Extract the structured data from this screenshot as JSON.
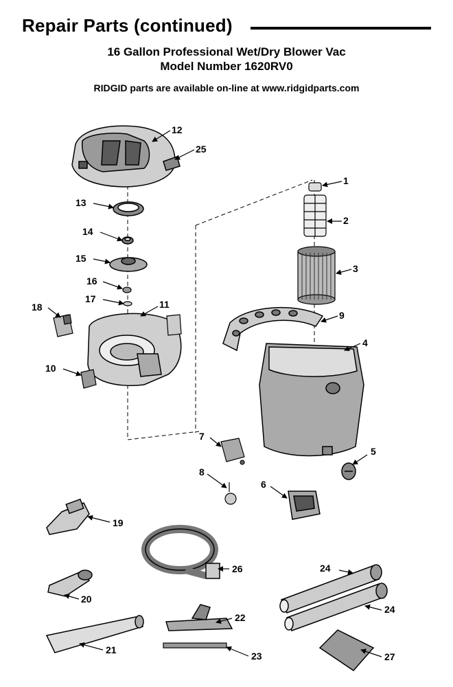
{
  "header": {
    "title": "Repair Parts (continued)",
    "subtitle_line1": "16 Gallon Professional Wet/Dry Blower Vac",
    "subtitle_line2": "Model Number 1620RV0",
    "availability_note": "RIDGID parts are available on-line at www.ridgidparts.com"
  },
  "callouts": {
    "p1": "1",
    "p2": "2",
    "p3": "3",
    "p4": "4",
    "p5": "5",
    "p6": "6",
    "p7": "7",
    "p8": "8",
    "p9": "9",
    "p10": "10",
    "p11": "11",
    "p12": "12",
    "p13": "13",
    "p14": "14",
    "p15": "15",
    "p16": "16",
    "p17": "17",
    "p18": "18",
    "p19": "19",
    "p20": "20",
    "p21": "21",
    "p22": "22",
    "p23": "23",
    "p24a": "24",
    "p24b": "24",
    "p25": "25",
    "p26": "26",
    "p27": "27"
  }
}
